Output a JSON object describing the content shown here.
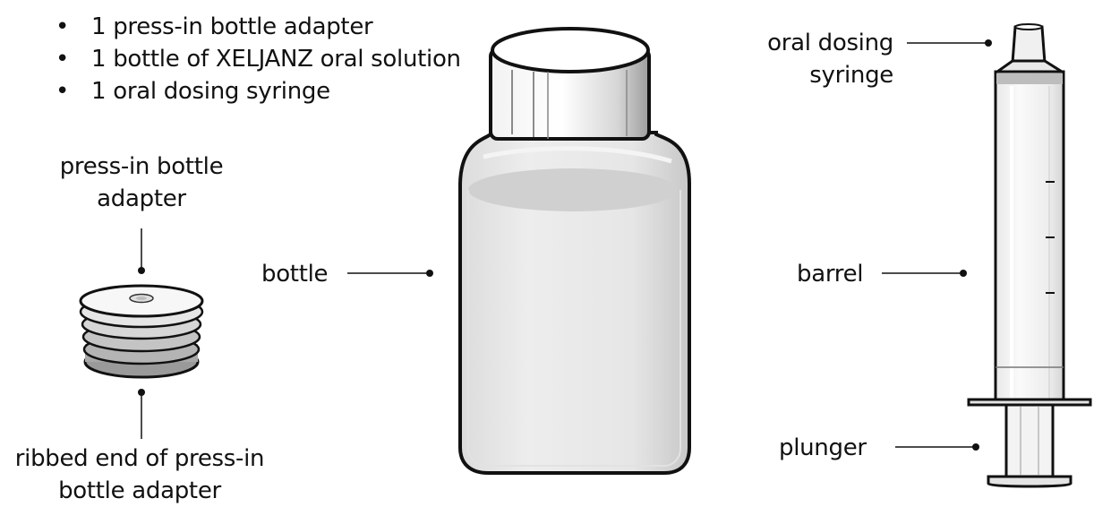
{
  "contents_list": [
    "1 press-in bottle adapter",
    "1 bottle of XELJANZ oral solution",
    "1 oral dosing syringe"
  ],
  "labels": {
    "adapter_top_line1": "press-in bottle",
    "adapter_top_line2": "adapter",
    "adapter_bottom_line1": "ribbed end of press-in",
    "adapter_bottom_line2": "bottle adapter",
    "bottle": "bottle",
    "syringe_line1": "oral dosing",
    "syringe_line2": "syringe",
    "barrel": "barrel",
    "plunger": "plunger"
  }
}
